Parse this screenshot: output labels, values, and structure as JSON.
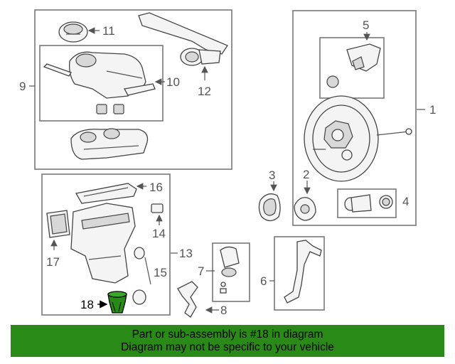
{
  "callouts": {
    "c1": "1",
    "c2": "2",
    "c3": "3",
    "c4": "4",
    "c5": "5",
    "c6": "6",
    "c7": "7",
    "c8": "8",
    "c9": "9",
    "c10": "10",
    "c11": "11",
    "c12": "12",
    "c13": "13",
    "c14": "14",
    "c15": "15",
    "c16": "16",
    "c17": "17",
    "c18": "18"
  },
  "highlight": {
    "part": "18",
    "color": "#2a8a18"
  },
  "banner": {
    "line1": "Part or sub-assembly is #18 in diagram",
    "line2": "Diagram may not be specific to your vehicle",
    "color": "#2a8a18"
  }
}
